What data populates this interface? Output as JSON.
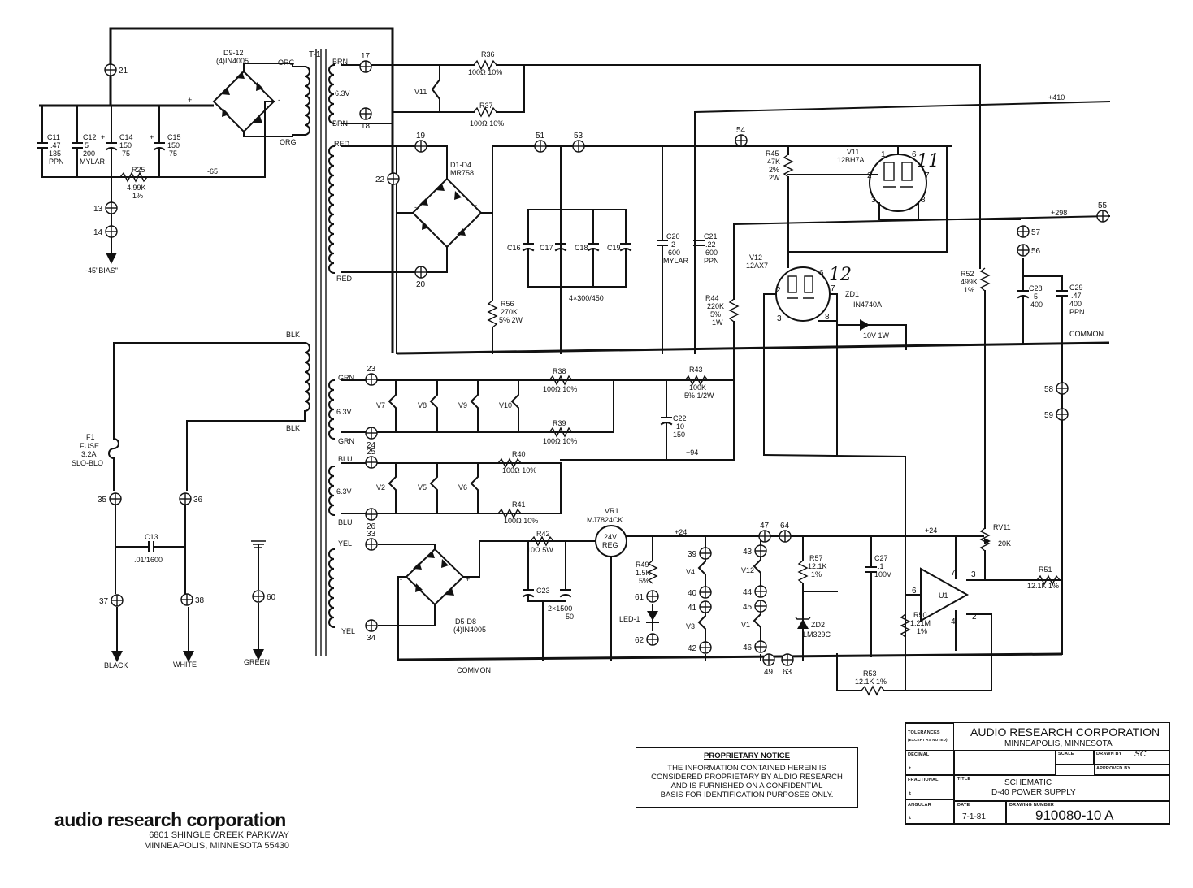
{
  "components": {
    "d912": {
      "ref": "D9-12",
      "value": "(4)IN4005"
    },
    "t1": {
      "ref": "T-1"
    },
    "c11": {
      "ref": "C11",
      "v1": ".47",
      "v2": "135",
      "v3": "PPN"
    },
    "c12": {
      "ref": "C12",
      "v1": "5",
      "v2": "200",
      "v3": "MYLAR"
    },
    "c14": {
      "ref": "C14",
      "v1": "150",
      "v2": "75"
    },
    "c15": {
      "ref": "C15",
      "v1": "150",
      "v2": "75"
    },
    "r25": {
      "ref": "R25",
      "v1": "4.99K",
      "v2": "1%"
    },
    "bias": "-45\"BIAS\"",
    "neg65": "-65",
    "r36": {
      "ref": "R36",
      "v1": "100Ω 10%"
    },
    "r37": {
      "ref": "R37",
      "v1": "100Ω 10%"
    },
    "v11h": "V11",
    "d1d4": {
      "ref": "D1-D4",
      "value": "MR758"
    },
    "c16": "C16",
    "c17": "C17",
    "c18": "C18",
    "c19": "C19",
    "c1619val": "4×300/450",
    "c20": {
      "ref": "C20",
      "v1": "2",
      "v2": "600",
      "v3": "MYLAR"
    },
    "c21": {
      "ref": "C21",
      "v1": ".22",
      "v2": "600",
      "v3": "PPN"
    },
    "r56": {
      "ref": "R56",
      "v1": "270K",
      "v2": "5% 2W"
    },
    "r45": {
      "ref": "R45",
      "v1": "47K",
      "v2": "2%",
      "v3": "2W"
    },
    "v11": {
      "ref": "V11",
      "v1": "12BH7A",
      "hand": "11"
    },
    "v12": {
      "ref": "V12",
      "v1": "12AX7",
      "hand": "12"
    },
    "r44": {
      "ref": "R44",
      "v1": "220K",
      "v2": "5%",
      "v3": "1W"
    },
    "zd1": {
      "ref": "ZD1",
      "v1": "IN4740A",
      "v2": "10V 1W"
    },
    "r52": {
      "ref": "R52",
      "v1": "499K",
      "v2": "1%"
    },
    "c28": {
      "ref": "C28",
      "v1": "5",
      "v2": "400"
    },
    "c29": {
      "ref": "C29",
      "v1": ".47",
      "v2": "400",
      "v3": "PPN"
    },
    "r38": {
      "ref": "R38",
      "v1": "100Ω 10%"
    },
    "r39": {
      "ref": "R39",
      "v1": "100Ω 10%"
    },
    "r43": {
      "ref": "R43",
      "v1": "100K",
      "v2": "5% 1/2W"
    },
    "c22": {
      "ref": "C22",
      "v1": "10",
      "v2": "150"
    },
    "r40": {
      "ref": "R40",
      "v1": "100Ω 10%"
    },
    "r41": {
      "ref": "R41",
      "v1": "100Ω 10%"
    },
    "f1": {
      "ref": "F1",
      "v1": "FUSE",
      "v2": "3.2A",
      "v3": "SLO-BLO"
    },
    "c13": {
      "ref": "C13",
      "v1": ".01/1600"
    },
    "d5d8": {
      "ref": "D5-D8",
      "value": "(4)IN4005"
    },
    "r42": {
      "ref": "R42",
      "v1": "10Ω 5W"
    },
    "c23": {
      "ref": "C23",
      "v1": "2×1500",
      "v2": "50"
    },
    "vr1": {
      "ref": "VR1",
      "v1": "MJ7824CK",
      "body1": "24V",
      "body2": "REG"
    },
    "r49": {
      "ref": "R49",
      "v1": "1.5K",
      "v2": "5%"
    },
    "led1": "LED-1",
    "r57": {
      "ref": "R57",
      "v1": "12.1K",
      "v2": "1%"
    },
    "zd2": {
      "ref": "ZD2",
      "v1": "LM329C"
    },
    "c27": {
      "ref": "C27",
      "v1": ".1",
      "v2": "100V"
    },
    "u1": "U1",
    "rv11": {
      "ref": "RV11",
      "v1": "20K"
    },
    "r51": {
      "ref": "R51",
      "v1": "12.1K 1%"
    },
    "r50": {
      "ref": "R50",
      "v1": "1.21M",
      "v2": "1%"
    },
    "r53": {
      "ref": "R53",
      "v1": "12.1K 1%"
    }
  },
  "heaters": {
    "grn": [
      "V7",
      "V8",
      "V9",
      "V10"
    ],
    "blu": [
      "V2",
      "V5",
      "V6"
    ],
    "left": [
      "V4",
      "V3"
    ],
    "right": [
      "V12",
      "V1"
    ],
    "volt": "6.3V"
  },
  "wires": {
    "org": "ORG",
    "brn": "BRN",
    "red": "RED",
    "blk": "BLK",
    "grn": "GRN",
    "blu": "BLU",
    "yel": "YEL",
    "black": "BLACK",
    "white": "WHITE",
    "green": "GREEN"
  },
  "rails": {
    "p410": "+410",
    "p298": "+298",
    "p94": "+94",
    "p24": "+24",
    "common": "COMMON"
  },
  "terminals": {
    "t13": "13",
    "t14": "14",
    "t17": "17",
    "t18": "18",
    "t19": "19",
    "t20": "20",
    "t21": "21",
    "t22": "22",
    "t23": "23",
    "t24": "24",
    "t25": "25",
    "t26": "26",
    "t33": "33",
    "t34": "34",
    "t35": "35",
    "t36": "36",
    "t37": "37",
    "t38": "38",
    "t39": "39",
    "t40": "40",
    "t41": "41",
    "t42": "42",
    "t43": "43",
    "t44": "44",
    "t45": "45",
    "t46": "46",
    "t47": "47",
    "t49": "49",
    "t51": "51",
    "t53": "53",
    "t54": "54",
    "t55": "55",
    "t56": "56",
    "t57": "57",
    "t58": "58",
    "t59": "59",
    "t60": "60",
    "t61": "61",
    "t62": "62",
    "t63": "63",
    "t64": "64"
  },
  "pins": {
    "p1": "1",
    "p2": "2",
    "p3": "3",
    "p4": "4",
    "p6": "6",
    "p7": "7",
    "p8": "8"
  },
  "company": {
    "name": "audio research corporation",
    "address1": "6801 SHINGLE CREEK PARKWAY",
    "address2": "MINNEAPOLIS, MINNESOTA 55430"
  },
  "notice": {
    "title": "PROPRIETARY NOTICE",
    "line1": "THE INFORMATION CONTAINED HEREIN IS",
    "line2": "CONSIDERED PROPRIETARY BY AUDIO RESEARCH",
    "line3": "AND IS FURNISHED ON A CONFIDENTIAL",
    "line4": "BASIS FOR IDENTIFICATION PURPOSES ONLY."
  },
  "title_block": {
    "company": "AUDIO RESEARCH CORPORATION",
    "city": "MINNEAPOLIS, MINNESOTA",
    "tolerances": "TOLERANCES",
    "tolerances_note": "(EXCEPT AS NOTED)",
    "decimal": "DECIMAL",
    "fractional": "FRACTIONAL",
    "angular": "ANGULAR",
    "pm": "±",
    "scale": "SCALE",
    "drawn_by": "DRAWN BY",
    "drawn_by_val": "SC",
    "approved_by": "APPROVED BY",
    "title_label": "TITLE",
    "title1": "SCHEMATIC",
    "title2": "D-40 POWER SUPPLY",
    "date_label": "DATE",
    "date": "7-1-81",
    "drawing_number_label": "DRAWING NUMBER",
    "drawing_number": "910080-10 A"
  }
}
